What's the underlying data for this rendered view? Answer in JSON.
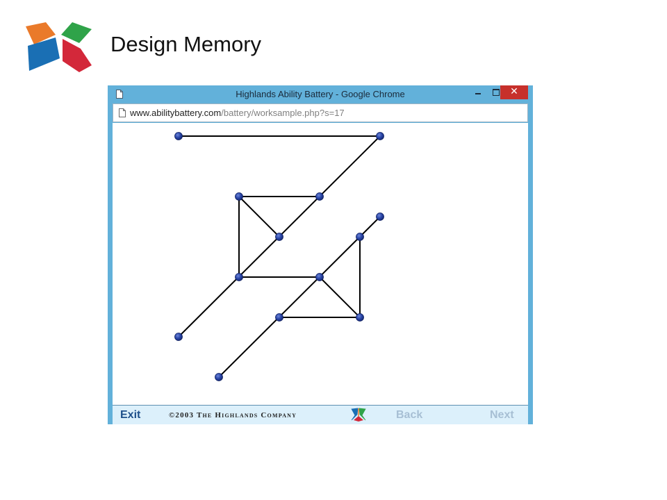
{
  "slide": {
    "title": "Design Memory"
  },
  "browser": {
    "window_title": "Highlands Ability Battery - Google Chrome",
    "url_domain": "www.abilitybattery.com",
    "url_path": "/battery/worksample.php?s=17",
    "controls": {
      "minimize_icon": "minimize-icon",
      "maximize_icon": "maximize-icon",
      "close_glyph": "✕"
    }
  },
  "footer": {
    "exit_label": "Exit",
    "copyright": "©2003 The Highlands Company",
    "back_label": "Back",
    "next_label": "Next",
    "logo_icon": "highlands-logo-icon"
  },
  "colors": {
    "window_frame": "#62b1da",
    "close_button": "#c7302b",
    "footer_bg": "#dcf0fb",
    "exit_text": "#1d4f8a",
    "disabled_nav_text": "#a7bfd4",
    "dot_fill": "#1f3a9a",
    "line": "#000000",
    "logo_orange": "#ea7a2a",
    "logo_green": "#2fa349",
    "logo_blue": "#1a6fb4",
    "logo_red": "#d3283a"
  }
}
